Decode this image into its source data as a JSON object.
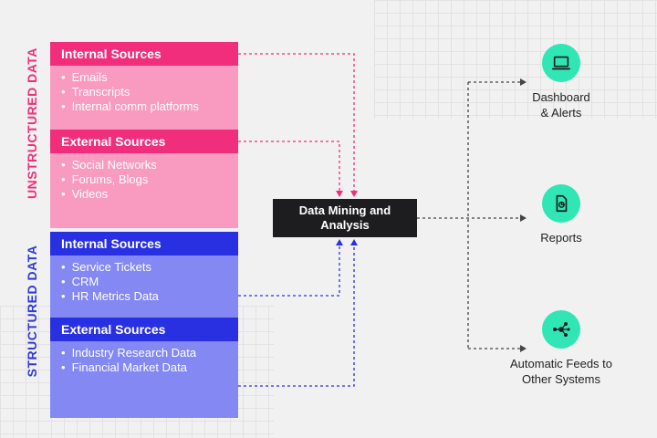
{
  "side_labels": {
    "unstructured": "UNSTRUCTURED DATA",
    "structured": "STRUCTURED DATA"
  },
  "sources": {
    "unstructured_internal": {
      "title": "Internal Sources",
      "items": [
        "Emails",
        "Transcripts",
        "Internal comm platforms"
      ]
    },
    "unstructured_external": {
      "title": "External Sources",
      "items": [
        "Social Networks",
        "Forums, Blogs",
        "Videos"
      ]
    },
    "structured_internal": {
      "title": "Internal Sources",
      "items": [
        "Service Tickets",
        "CRM",
        "HR Metrics Data"
      ]
    },
    "structured_external": {
      "title": "External Sources",
      "items": [
        "Industry Research Data",
        "Financial Market Data"
      ]
    }
  },
  "center": {
    "line1": "Data Mining and",
    "line2": "Analysis"
  },
  "outputs": [
    {
      "line1": "Dashboard",
      "line2": "& Alerts",
      "icon": "laptop-icon"
    },
    {
      "line1": "Reports",
      "line2": "",
      "icon": "report-icon"
    },
    {
      "line1": "Automatic Feeds to",
      "line2": "Other Systems",
      "icon": "network-icon"
    }
  ],
  "colors": {
    "unstructured_accent": "#f02e7c",
    "unstructured_light": "#f99ac0",
    "structured_accent": "#2930e2",
    "structured_light": "#8388f2",
    "output_icon": "#2fe6b4",
    "center_box": "#1d1d1f"
  }
}
